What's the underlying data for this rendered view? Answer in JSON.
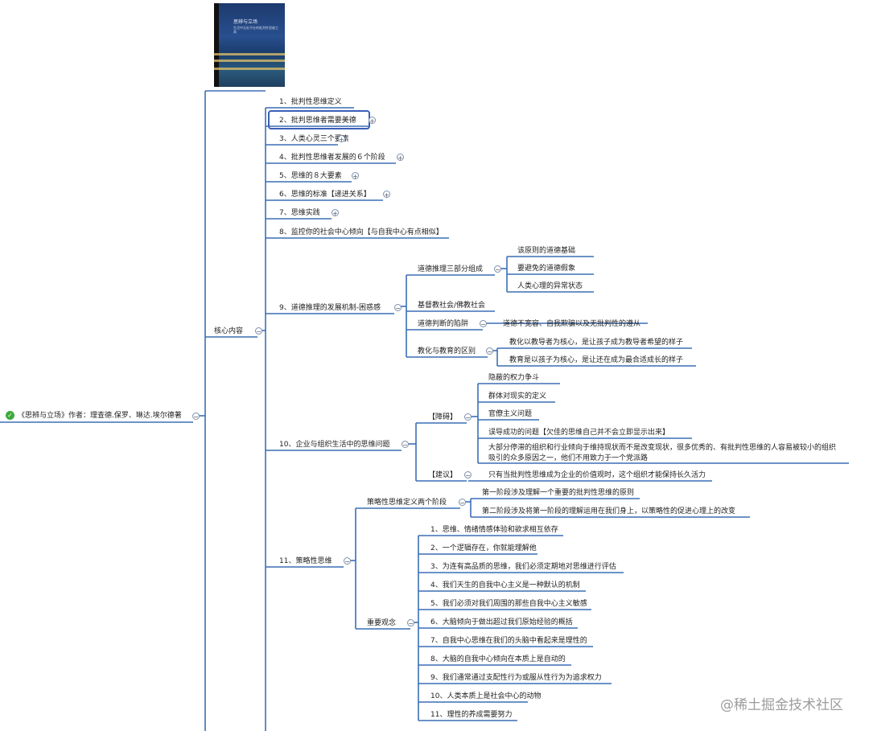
{
  "colors": {
    "line": "#3b6fb6",
    "focus": "#3b5fb8",
    "check": "#3caa3c"
  },
  "book": {
    "title": "思辨与立场",
    "subtitle": "生活中无处不在的批判性思维工具"
  },
  "root": {
    "label": "《思辨与立场》作者：理查德.保罗、琳达.埃尔德著"
  },
  "core": {
    "label": "核心内容"
  },
  "items": {
    "i1": "1、批判性思维定义",
    "i2": "2、批判思维者需要美德",
    "i3": "3、人类心灵三个要素",
    "i4": "4、批判性思维者发展的６个阶段",
    "i5": "5、思维的８大要素",
    "i6": "6、思维的标准【递进关系】",
    "i7": "7、思维实践",
    "i8": "8、监控你的社会中心倾向【与自我中心有点相似】",
    "i9": "9、道德推理的发展机制-困惑感",
    "i10": "10、企业与组织生活中的思维问题",
    "i11": "11、策略性思维"
  },
  "i9": {
    "a": "道德推理三部分组成",
    "a1": "该原则的道德基础",
    "a2": "要避免的道德假象",
    "a3": "人类心理的异常状态",
    "b": "基督教社会/佛教社会",
    "c": "道德判断的陷阱",
    "c1": "道德不宽容、自我欺骗以及无批判性的遵从",
    "d": "教化与教育的区别",
    "d1": "教化以教导者为核心，是让孩子成为教导者希望的样子",
    "d2": "教育是以孩子为核心，是让还在成为最合适成长的样子"
  },
  "i10": {
    "a": "【障碍】",
    "a1": "隐蔽的权力争斗",
    "a2": "群体对现实的定义",
    "a3": "官僚主义问题",
    "a4": "误导成功的问题【欠佳的思维自己并不会立即显示出来】",
    "a5": "大部分停滞的组织和行业倾向于维持现状而不是改变现状，很多优秀的、有批判性思维的人容易被较小的组织吸引的众多原因之一，他们不用致力于一个党派路",
    "b": "【建议】",
    "b1": "只有当批判性思维成为企业的价值观时，这个组织才能保持长久活力"
  },
  "i11": {
    "a": "策略性思维定义两个阶段",
    "a1": "第一阶段涉及理解一个重要的批判性思维的原则",
    "a2": "第二阶段涉及将第一阶段的理解运用在我们身上，以策略性的促进心理上的改变",
    "b": "重要观念",
    "b_items": [
      "1、思维、情绪情感体验和欲求相互依存",
      "2、一个逻辑存在，你就能理解他",
      "3、为连有高品质的思维，我们必须定期地对思维进行评估",
      "4、我们天生的自我中心主义是一种默认的机制",
      "5、我们必须对我们周围的那些自我中心主义敏感",
      "6、大脑倾向于做出超过我们原始经验的概括",
      "7、自我中心思维在我们的头脑中看起来是理性的",
      "8、大脑的自我中心倾向在本质上是自动的",
      "9、我们通常通过支配性行为或服从性行为为追求权力",
      "10、人类本质上是社会中心的动物",
      "11、理性的养成需要努力"
    ]
  },
  "watermark": "@稀土掘金技术社区"
}
